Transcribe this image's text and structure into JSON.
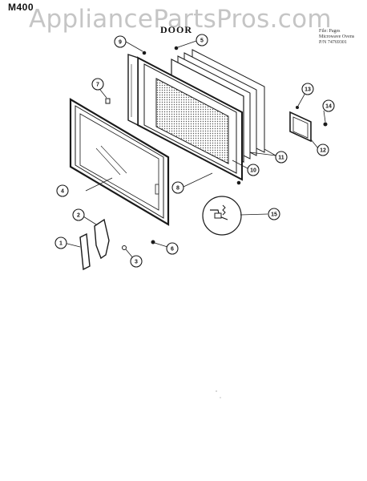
{
  "model_label": "M400",
  "watermark": "AppliancePartsPros.com",
  "section_title": "DOOR",
  "info_block": [
    "File: Pages",
    "Microwave Ovens",
    "P/N 74769301"
  ],
  "callouts": [
    {
      "id": "c1",
      "label": "1"
    },
    {
      "id": "c2",
      "label": "2"
    },
    {
      "id": "c3",
      "label": "3"
    },
    {
      "id": "c4",
      "label": "4"
    },
    {
      "id": "c5",
      "label": "5"
    },
    {
      "id": "c6",
      "label": "6"
    },
    {
      "id": "c7",
      "label": "7"
    },
    {
      "id": "c8",
      "label": "8"
    },
    {
      "id": "c9",
      "label": "9"
    },
    {
      "id": "c10",
      "label": "10"
    },
    {
      "id": "c11",
      "label": "11"
    },
    {
      "id": "c12",
      "label": "12"
    },
    {
      "id": "c13",
      "label": "13"
    },
    {
      "id": "c14",
      "label": "14"
    },
    {
      "id": "c15",
      "label": "15"
    }
  ],
  "colors": {
    "line": "#1a1a1a",
    "watermark": "#969696",
    "mesh": "#555555"
  }
}
